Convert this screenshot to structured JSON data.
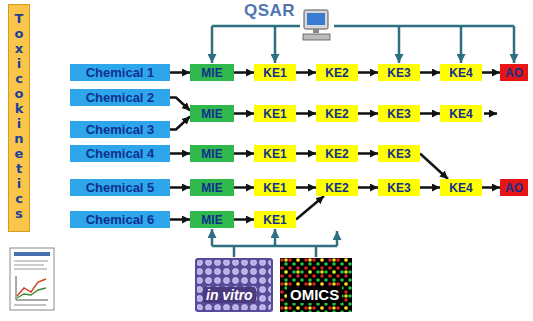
{
  "diagram": {
    "nodes": [
      {
        "text": [
          "Toxicokinetics"
        ]
      },
      {
        "text": [
          "Chemical 1"
        ]
      },
      {
        "text": [
          "MIE"
        ]
      },
      {
        "text": [
          "KE1"
        ]
      },
      {
        "text": [
          "KE2"
        ]
      },
      {
        "text": [
          "KE3"
        ]
      },
      {
        "text": [
          "KE4"
        ]
      },
      {
        "text": [
          "AO"
        ]
      },
      {
        "text": [
          "Chemical 2"
        ]
      },
      {
        "text": [
          "Chemical 3"
        ]
      },
      {
        "text": [
          "MIE"
        ]
      },
      {
        "text": [
          "KE1"
        ]
      },
      {
        "text": [
          "KE2"
        ]
      },
      {
        "text": [
          "KE3"
        ]
      },
      {
        "text": [
          "KE4"
        ]
      },
      {
        "text": [
          "Chemical 4"
        ]
      },
      {
        "text": [
          "MIE"
        ]
      },
      {
        "text": [
          "KE1"
        ]
      },
      {
        "text": [
          "KE2"
        ]
      },
      {
        "text": [
          "KE3"
        ]
      },
      {
        "text": [
          "Chemical 5"
        ]
      },
      {
        "text": [
          "MIE"
        ]
      },
      {
        "text": [
          "KE1"
        ]
      },
      {
        "text": [
          "KE2"
        ]
      },
      {
        "text": [
          "KE3"
        ]
      },
      {
        "text": [
          "KE4"
        ]
      },
      {
        "text": [
          "AO"
        ]
      },
      {
        "text": [
          "Chemical 6"
        ]
      },
      {
        "text": [
          "MIE"
        ]
      },
      {
        "text": [
          "KE1"
        ]
      }
    ],
    "edges": [
      {
        "from": 1,
        "to": 2,
        "arrow": "to"
      },
      {
        "from": 2,
        "to": 3,
        "arrow": "to"
      },
      {
        "from": 3,
        "to": 4,
        "arrow": "to"
      },
      {
        "from": 4,
        "to": 5,
        "arrow": "to"
      },
      {
        "from": 5,
        "to": 6,
        "arrow": "to"
      },
      {
        "from": 6,
        "to": 7,
        "arrow": "to"
      },
      {
        "from": 8,
        "to": 10,
        "arrow": "to"
      },
      {
        "from": 9,
        "to": 10,
        "arrow": "to"
      },
      {
        "from": 10,
        "to": 11,
        "arrow": "to"
      },
      {
        "from": 11,
        "to": 12,
        "arrow": "to"
      },
      {
        "from": 12,
        "to": 13,
        "arrow": "to"
      },
      {
        "from": 13,
        "to": 14,
        "arrow": "to"
      },
      {
        "from": 15,
        "to": 16,
        "arrow": "to"
      },
      {
        "from": 16,
        "to": 17,
        "arrow": "to"
      },
      {
        "from": 17,
        "to": 18,
        "arrow": "to"
      },
      {
        "from": 18,
        "to": 19,
        "arrow": "to"
      },
      {
        "from": 19,
        "to": 25,
        "arrow": "to"
      },
      {
        "from": 20,
        "to": 21,
        "arrow": "to"
      },
      {
        "from": 21,
        "to": 22,
        "arrow": "to"
      },
      {
        "from": 22,
        "to": 23,
        "arrow": "to"
      },
      {
        "from": 23,
        "to": 24,
        "arrow": "to"
      },
      {
        "from": 24,
        "to": 25,
        "arrow": "to"
      },
      {
        "from": 25,
        "to": 26,
        "arrow": "to"
      },
      {
        "from": 27,
        "to": 28,
        "arrow": "to"
      },
      {
        "from": 28,
        "to": 29,
        "arrow": "to"
      },
      {
        "from": 29,
        "to": 23,
        "arrow": "to"
      }
    ],
    "labels": [
      "QSAR",
      "in vitro",
      "OMICS"
    ]
  }
}
